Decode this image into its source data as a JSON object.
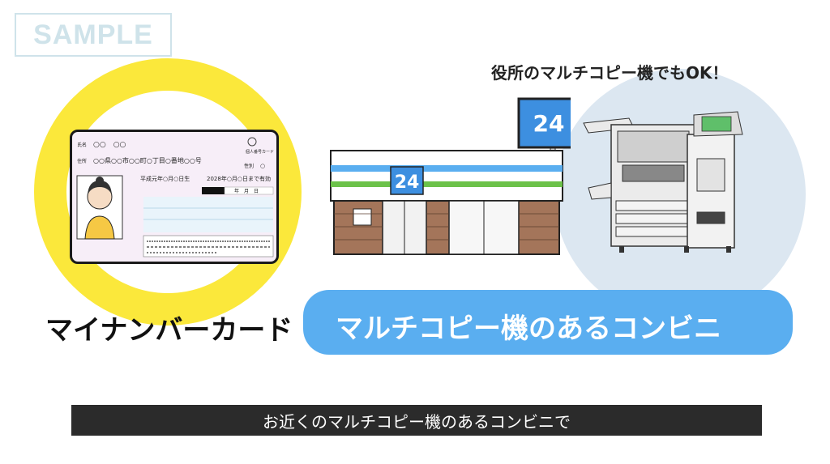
{
  "watermark": "SAMPLE",
  "card": {
    "name_label": "氏名",
    "name_value": "○○　○○",
    "address_label": "住所",
    "address_value": "○○県○○市○○町○丁目○番地○○号",
    "birth": "平成元年○月○日生",
    "expiry": "2028年○月○日まで有効",
    "sex_label": "性別",
    "sex_value": "○",
    "seal_text": "個人番号カード",
    "date_digits": "年　月　日"
  },
  "store": {
    "sign_number": "24",
    "fascia_number": "24"
  },
  "labels": {
    "card_title": "マイナンバーカード",
    "convenience_title": "マルチコピー機のあるコンビニ",
    "office_note": "役所のマルチコピー機でもOK！"
  },
  "subtitle": "お近くのマルチコピー機のあるコンビニで",
  "colors": {
    "yellow": "#fbe83b",
    "blue_pill": "#5aaef0",
    "light_blue": "#dce7f1",
    "sign_blue": "#3d8fe0"
  }
}
